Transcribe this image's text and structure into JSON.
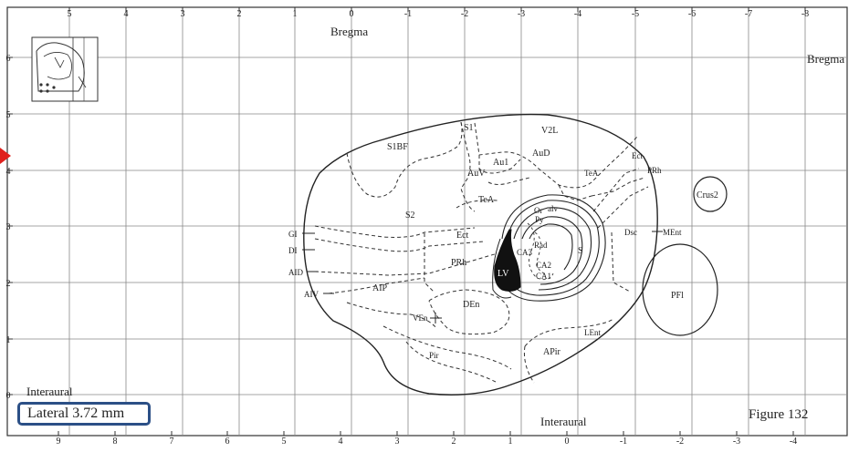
{
  "top_axis_ticks": [
    "5",
    "4",
    "3",
    "2",
    "1",
    "0",
    "-1",
    "-2",
    "-3",
    "-4",
    "-5",
    "-6",
    "-7",
    "-8"
  ],
  "bottom_axis_ticks": [
    "9",
    "8",
    "7",
    "6",
    "5",
    "4",
    "3",
    "2",
    "1",
    "0",
    "-1",
    "-2",
    "-3",
    "-4"
  ],
  "left_axis_ticks": [
    "6",
    "5",
    "4",
    "3",
    "2",
    "1",
    "0"
  ],
  "labels": {
    "bregma_top": "Bregma",
    "bregma_right": "Bregma",
    "interaural_left": "Interaural",
    "interaural_bottom": "Interaural",
    "lateral": "Lateral 3.72 mm",
    "figure": "Figure 132"
  },
  "regions": {
    "s1": "S1",
    "v2l": "V2L",
    "s1bf": "S1BF",
    "aud": "AuD",
    "au1": "Au1",
    "auv": "AuV",
    "ect_top": "Ect",
    "prh_top": "PRh",
    "tea_right": "TeA",
    "tea_center": "TeA",
    "crus2": "Crus2",
    "s2": "S2",
    "or": "Or",
    "alv": "alv",
    "py": "Py",
    "gi": "GI",
    "di": "DI",
    "aid": "AID",
    "aiv": "AIV",
    "ect_mid": "Ect",
    "prh_mid": "PRh",
    "ca3": "CA3",
    "rad": "Rad",
    "s": "S",
    "ca2": "CA2",
    "ca1": "CA1",
    "dsc": "Dsc",
    "ment": "MEnt",
    "lv": "LV",
    "aip": "AIP",
    "den": "DEn",
    "ven": "VEn",
    "pfl": "PFl",
    "lent": "LEnt",
    "apir": "APir",
    "pir": "Pir"
  },
  "colors": {
    "lateral_box_border": "#2b4f86",
    "indicator_arrow": "#e0201c"
  }
}
